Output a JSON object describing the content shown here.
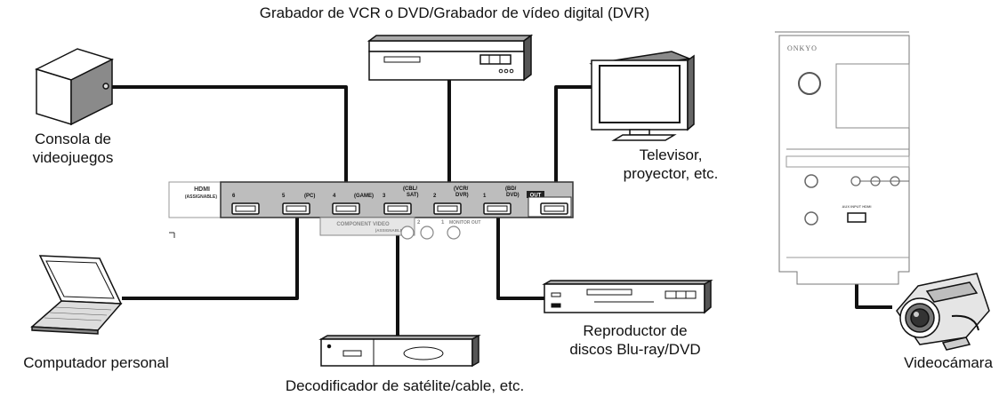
{
  "labels": {
    "recorder": "Grabador de VCR o DVD/Grabador de vídeo digital (DVR)",
    "console_line1": "Consola de",
    "console_line2": "videojuegos",
    "tv_line1": "Televisor,",
    "tv_line2": "proyector, etc.",
    "computer": "Computador personal",
    "bluray_line1": "Reproductor de",
    "bluray_line2": "discos Blu-ray/DVD",
    "satellite": "Decodificador de satélite/cable, etc.",
    "camcorder": "Videocámara"
  },
  "panel": {
    "hdmi_title": "HDMI",
    "hdmi_sub": "(ASSIGNABLE)",
    "ports": [
      {
        "num": "6",
        "name": ""
      },
      {
        "num": "5",
        "name": "(PC)"
      },
      {
        "num": "4",
        "name": "(GAME)"
      },
      {
        "num": "3",
        "name": "(CBL/\nSAT)"
      },
      {
        "num": "2",
        "name": "(VCR/\nDVR)"
      },
      {
        "num": "1",
        "name": "(BD/\nDVD)"
      }
    ],
    "out_label": "OUT",
    "component_title": "COMPONENT VIDEO",
    "component_sub": "(ASSIGNABLE)",
    "monitor_out": "MONITOR OUT"
  },
  "receiver": {
    "brand": "ONKYO",
    "aux_label": "AUX INPUT HDMI"
  }
}
